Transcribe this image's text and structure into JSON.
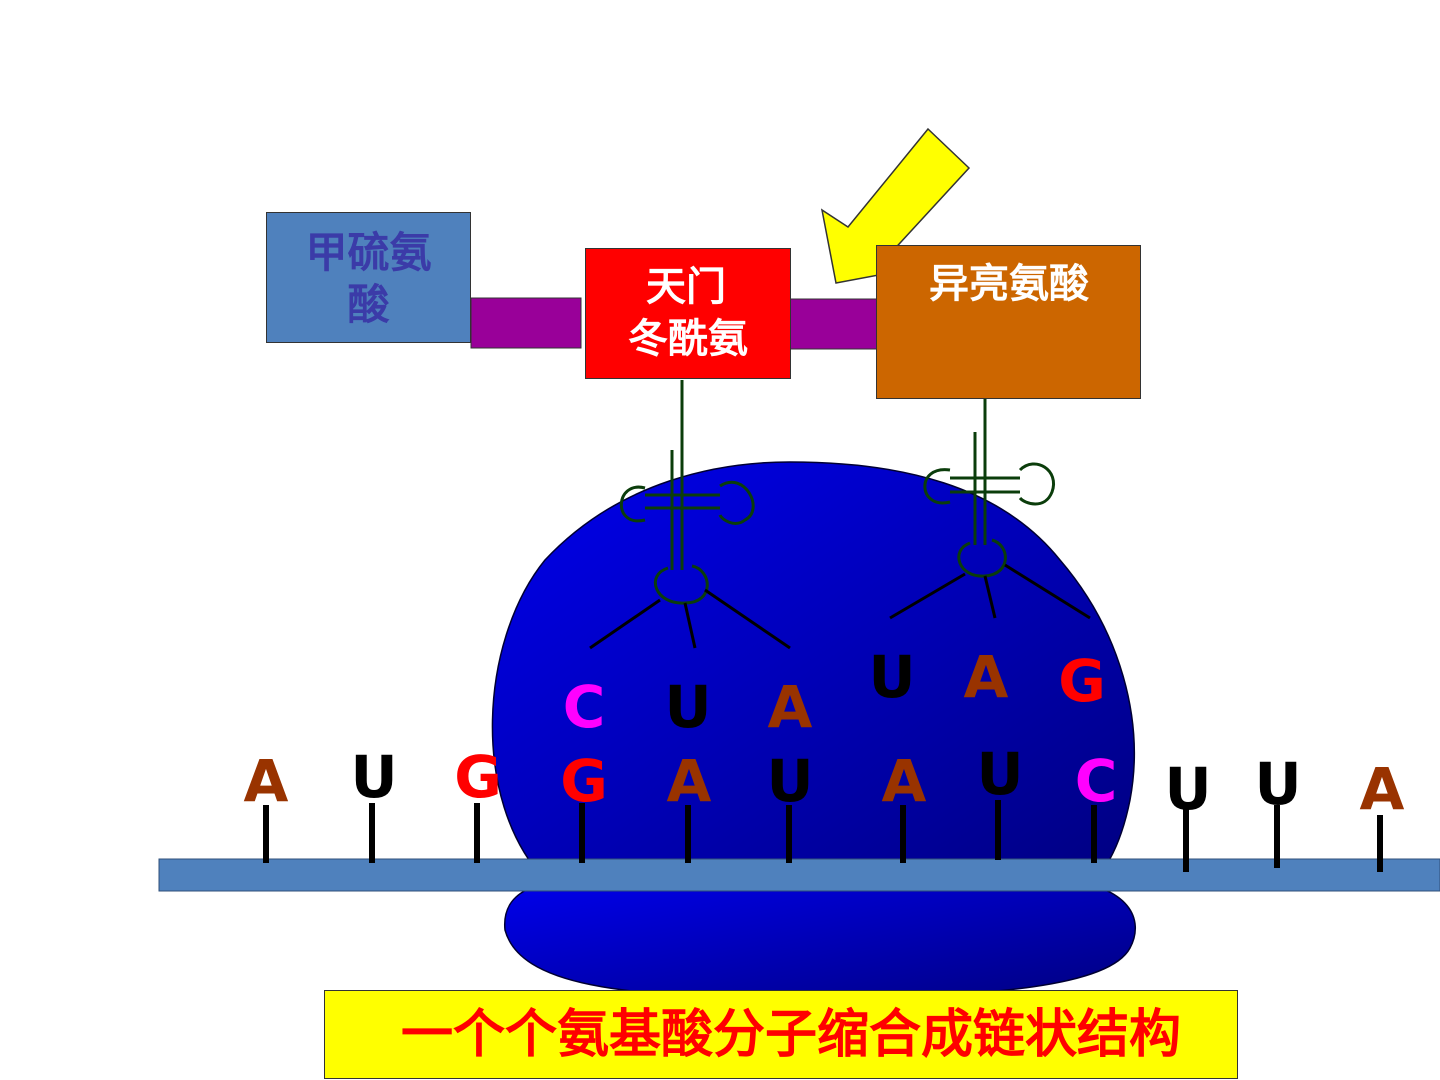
{
  "amino_acids": {
    "methionine": {
      "line1": "甲硫氨",
      "line2": "酸"
    },
    "asparagine": {
      "line1": "天门",
      "line2": "冬酰氨"
    },
    "isoleucine": {
      "line1": "异亮氨酸"
    }
  },
  "anticodon_1": [
    "C",
    "U",
    "A"
  ],
  "anticodon_2": [
    "U",
    "A",
    "G"
  ],
  "mrna_bases": [
    "A",
    "U",
    "G",
    "G",
    "A",
    "U",
    "A",
    "U",
    "C",
    "U",
    "U",
    "A"
  ],
  "caption": "一个个氨基酸分子缩合成链状结构",
  "colors": {
    "C": "#ff00ff",
    "U": "#000000",
    "A": "#993300",
    "G": "#ff0000",
    "mrna_strip": "#4f81bd",
    "peptide_bond": "#990099",
    "ribosome": "#0000cc",
    "trna_stroke": "#0b3d0b",
    "arrow": "#ffff00"
  },
  "icons": {
    "arrow": "arrow-down-left-icon"
  }
}
